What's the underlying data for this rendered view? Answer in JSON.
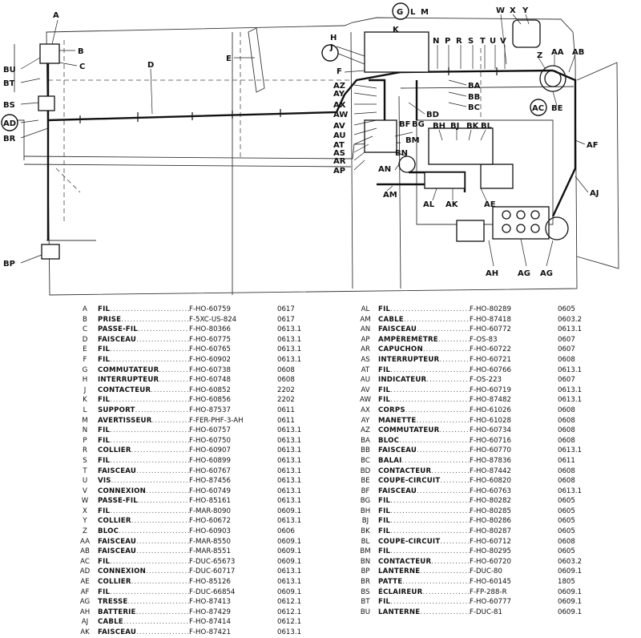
{
  "diagram": {
    "callouts": [
      "A",
      "B",
      "C",
      "BU",
      "BT",
      "BS",
      "AD",
      "BR",
      "D",
      "E",
      "BP",
      "G",
      "H",
      "J",
      "F",
      "K",
      "L",
      "M",
      "N",
      "P",
      "R",
      "S",
      "T",
      "U",
      "V",
      "W",
      "X",
      "Y",
      "Z",
      "AA",
      "AB",
      "AZ",
      "AY",
      "AX",
      "AW",
      "AV",
      "AU",
      "AT",
      "AS",
      "AR",
      "AP",
      "BA",
      "BB",
      "BC",
      "BD",
      "AC",
      "BE",
      "BF",
      "BG",
      "BH",
      "BJ",
      "BK",
      "BL",
      "BM",
      "BN",
      "AN",
      "AM",
      "AL",
      "AK",
      "AE",
      "AF",
      "AJ",
      "AH",
      "AG"
    ]
  },
  "parts_left": [
    {
      "code": "A",
      "name": "FIL",
      "ref": "F-HO-60759",
      "group": "0617"
    },
    {
      "code": "B",
      "name": "PRISE",
      "ref": "F-5XC-US-824",
      "group": "0617"
    },
    {
      "code": "C",
      "name": "PASSE-FIL",
      "ref": "F-HO-80366",
      "group": "0613.1"
    },
    {
      "code": "D",
      "name": "FAISCEAU",
      "ref": "F-HO-60775",
      "group": "0613.1"
    },
    {
      "code": "E",
      "name": "FIL",
      "ref": "F-HO-60765",
      "group": "0613.1"
    },
    {
      "code": "F",
      "name": "FIL",
      "ref": "F-HO-60902",
      "group": "0613.1"
    },
    {
      "code": "G",
      "name": "COMMUTATEUR",
      "ref": "F-HO-60738",
      "group": "0608"
    },
    {
      "code": "H",
      "name": "INTERRUPTEUR",
      "ref": "F-HO-60748",
      "group": "0608"
    },
    {
      "code": "J",
      "name": "CONTACTEUR",
      "ref": "F-HO-60852",
      "group": "2202"
    },
    {
      "code": "K",
      "name": "FIL",
      "ref": "F-HO-60856",
      "group": "2202"
    },
    {
      "code": "L",
      "name": "SUPPORT",
      "ref": "F-HO-87537",
      "group": "0611"
    },
    {
      "code": "M",
      "name": "AVERTISSEUR",
      "ref": "F-FER-PHF-3-AH",
      "group": "0611"
    },
    {
      "code": "N",
      "name": "FIL",
      "ref": "F-HO-60757",
      "group": "0613.1"
    },
    {
      "code": "P",
      "name": "FIL",
      "ref": "F-HO-60750",
      "group": "0613.1"
    },
    {
      "code": "R",
      "name": "COLLIER",
      "ref": "F-HO-60907",
      "group": "0613.1"
    },
    {
      "code": "S",
      "name": "FIL",
      "ref": "F-HO-60899",
      "group": "0613.1"
    },
    {
      "code": "T",
      "name": "FAISCEAU",
      "ref": "F-HO-60767",
      "group": "0613.1"
    },
    {
      "code": "U",
      "name": "VIS",
      "ref": "F-HO-87456",
      "group": "0613.1"
    },
    {
      "code": "V",
      "name": "CONNEXION",
      "ref": "F-HO-60749",
      "group": "0613.1"
    },
    {
      "code": "W",
      "name": "PASSE-FIL",
      "ref": "F-HO-85161",
      "group": "0613.1"
    },
    {
      "code": "X",
      "name": "FIL",
      "ref": "F-MAR-8090",
      "group": "0609.1"
    },
    {
      "code": "Y",
      "name": "COLLIER",
      "ref": "F-HO-60672",
      "group": "0613.1"
    },
    {
      "code": "Z",
      "name": "BLOC",
      "ref": "F-HO-60903",
      "group": "0606"
    },
    {
      "code": "AA",
      "name": "FAISCEAU",
      "ref": "F-MAR-8550",
      "group": "0609.1"
    },
    {
      "code": "AB",
      "name": "FAISCEAU",
      "ref": "F-MAR-8551",
      "group": "0609.1"
    },
    {
      "code": "AC",
      "name": "FIL",
      "ref": "F-DUC-65673",
      "group": "0609.1"
    },
    {
      "code": "AD",
      "name": "CONNEXION",
      "ref": "F-DUC-60717",
      "group": "0613.1"
    },
    {
      "code": "AE",
      "name": "COLLIER",
      "ref": "F-HO-85126",
      "group": "0613.1"
    },
    {
      "code": "AF",
      "name": "FIL",
      "ref": "F-DUC-66854",
      "group": "0609.1"
    },
    {
      "code": "AG",
      "name": "TRESSE",
      "ref": "F-HO-87413",
      "group": "0612.1"
    },
    {
      "code": "AH",
      "name": "BATTERIE",
      "ref": "F-HO-87429",
      "group": "0612.1"
    },
    {
      "code": "AJ",
      "name": "CABLE",
      "ref": "F-HO-87414",
      "group": "0612.1"
    },
    {
      "code": "AK",
      "name": "FAISCEAU",
      "ref": "F-HO-87421",
      "group": "0613.1"
    }
  ],
  "parts_right": [
    {
      "code": "AL",
      "name": "FIL",
      "ref": "F-HO-80289",
      "group": "0605"
    },
    {
      "code": "AM",
      "name": "CABLE",
      "ref": "F-HO-87418",
      "group": "0603.2"
    },
    {
      "code": "AN",
      "name": "FAISCEAU",
      "ref": "F-HO-60772",
      "group": "0613.1"
    },
    {
      "code": "AP",
      "name": "AMPÈREMÈTRE",
      "ref": "F-OS-83",
      "group": "0607"
    },
    {
      "code": "AR",
      "name": "CAPUCHON",
      "ref": "F-HO-60722",
      "group": "0607"
    },
    {
      "code": "AS",
      "name": "INTERRUPTEUR",
      "ref": "F-HO-60721",
      "group": "0608"
    },
    {
      "code": "AT",
      "name": "FIL",
      "ref": "F-HO-60766",
      "group": "0613.1"
    },
    {
      "code": "AU",
      "name": "INDICATEUR",
      "ref": "F-OS-223",
      "group": "0607"
    },
    {
      "code": "AV",
      "name": "FIL",
      "ref": "F-HO-60719",
      "group": "0613.1"
    },
    {
      "code": "AW",
      "name": "FIL",
      "ref": "F-HO-87482",
      "group": "0613.1"
    },
    {
      "code": "AX",
      "name": "CORPS",
      "ref": "F-HO-61026",
      "group": "0608"
    },
    {
      "code": "AY",
      "name": "MANETTE",
      "ref": "F-HO-61028",
      "group": "0608"
    },
    {
      "code": "AZ",
      "name": "COMMUTATEUR",
      "ref": "F-HO-60734",
      "group": "0608"
    },
    {
      "code": "BA",
      "name": "BLOC",
      "ref": "F-HO-60716",
      "group": "0608"
    },
    {
      "code": "BB",
      "name": "FAISCEAU",
      "ref": "F-HO-60770",
      "group": "0613.1"
    },
    {
      "code": "BC",
      "name": "BALAI",
      "ref": "F-HO-87836",
      "group": "0611"
    },
    {
      "code": "BD",
      "name": "CONTACTEUR",
      "ref": "F-HO-87442",
      "group": "0608"
    },
    {
      "code": "BE",
      "name": "COUPE-CIRCUIT",
      "ref": "F-HO-60820",
      "group": "0608"
    },
    {
      "code": "BF",
      "name": "FAISCEAU",
      "ref": "F-HO-60763",
      "group": "0613.1"
    },
    {
      "code": "BG",
      "name": "FIL",
      "ref": "F-HO-80282",
      "group": "0605"
    },
    {
      "code": "BH",
      "name": "FIL",
      "ref": "F-HO-80285",
      "group": "0605"
    },
    {
      "code": "BJ",
      "name": "FIL",
      "ref": "F-HO-80286",
      "group": "0605"
    },
    {
      "code": "BK",
      "name": "FIL",
      "ref": "F-HO-80287",
      "group": "0605"
    },
    {
      "code": "BL",
      "name": "COUPE-CIRCUIT",
      "ref": "F-HO-60712",
      "group": "0608"
    },
    {
      "code": "BM",
      "name": "FIL",
      "ref": "F-HO-80295",
      "group": "0605"
    },
    {
      "code": "BN",
      "name": "CONTACTEUR",
      "ref": "F-HO-60720",
      "group": "0603.2"
    },
    {
      "code": "BP",
      "name": "LANTERNE",
      "ref": "F-DUC-80",
      "group": "0609.1"
    },
    {
      "code": "BR",
      "name": "PATTE",
      "ref": "F-HO-60145",
      "group": "1805"
    },
    {
      "code": "BS",
      "name": "ÉCLAIREUR",
      "ref": "F-FP-288-R",
      "group": "0609.1"
    },
    {
      "code": "BT",
      "name": "FIL",
      "ref": "F-HO-60777",
      "group": "0609.1"
    },
    {
      "code": "BU",
      "name": "LANTERNE",
      "ref": "F-DUC-81",
      "group": "0609.1"
    }
  ]
}
